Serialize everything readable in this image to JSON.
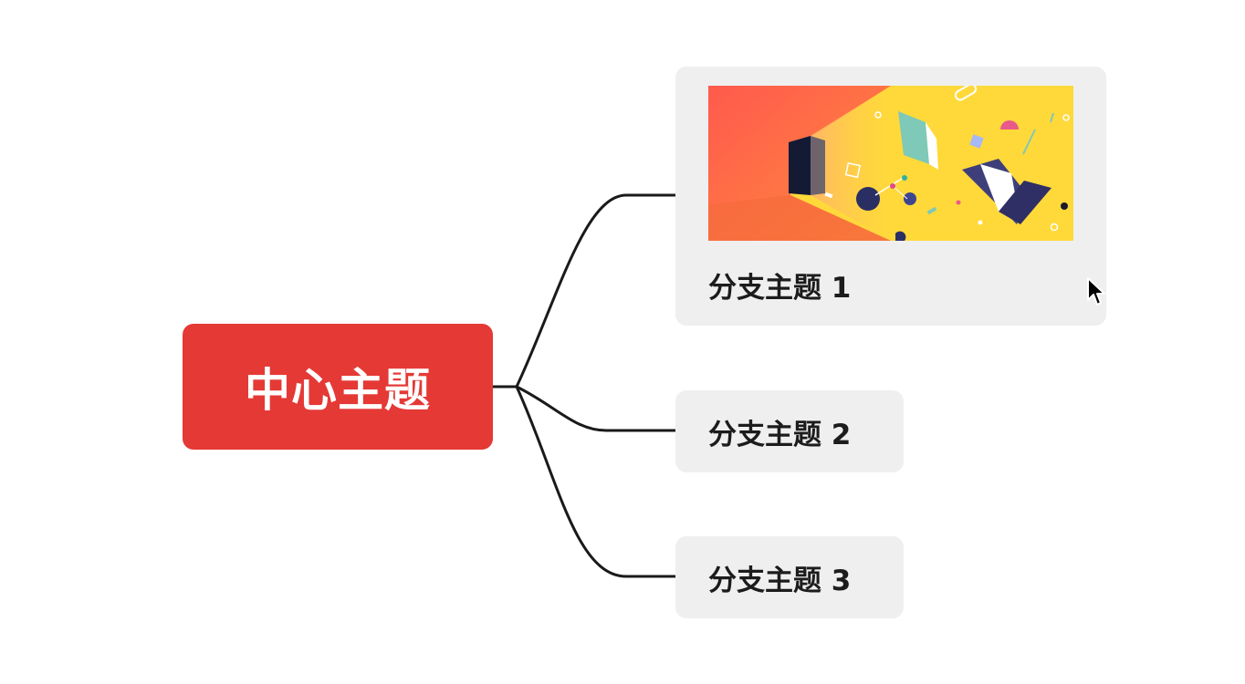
{
  "mindmap": {
    "central_topic": {
      "label": "中心主题",
      "color": "#e53935"
    },
    "branches": [
      {
        "label": "分支主题 1",
        "has_image": true
      },
      {
        "label": "分支主题 2"
      },
      {
        "label": "分支主题 3"
      }
    ],
    "colors": {
      "branch_background": "#efefef",
      "connector": "#1a1a1a",
      "text": "#1c1c1c"
    }
  },
  "icons": {
    "cursor": "mouse-pointer-icon"
  }
}
